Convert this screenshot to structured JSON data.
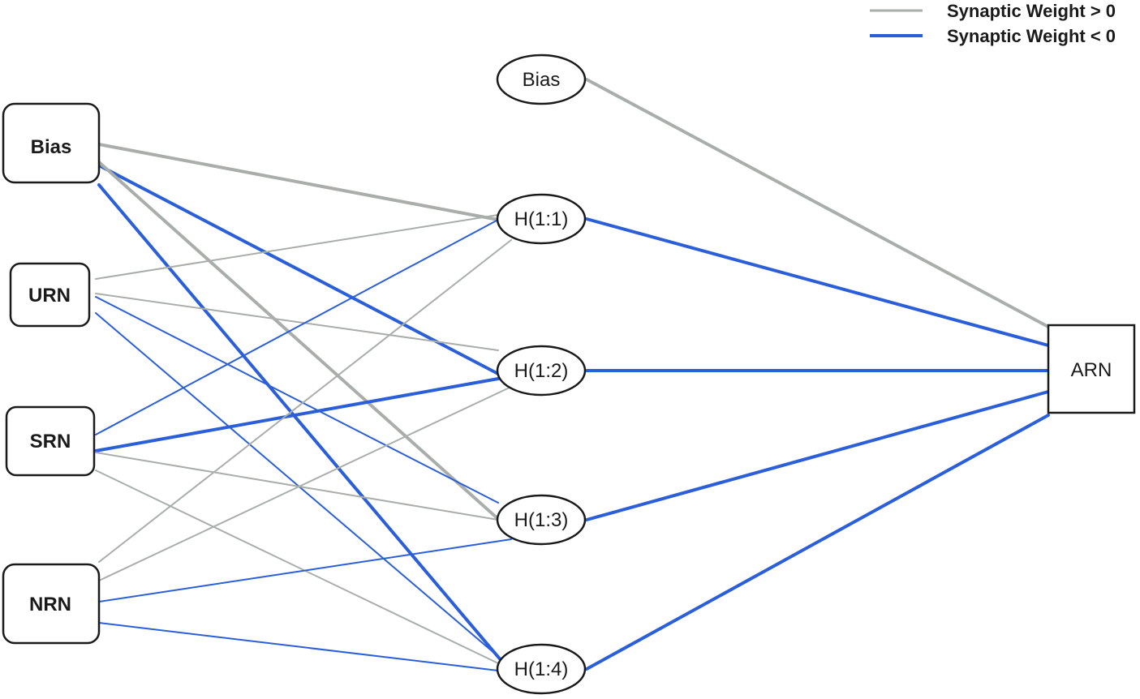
{
  "legend": {
    "positive_label": "Synaptic Weight > 0",
    "negative_label": "Synaptic Weight < 0",
    "positive_color": "#a9aeaa",
    "negative_color": "#2b5fd9"
  },
  "input_layer": [
    {
      "id": "bias_in",
      "label": "Bias"
    },
    {
      "id": "urn",
      "label": "URN"
    },
    {
      "id": "srn",
      "label": "SRN"
    },
    {
      "id": "nrn",
      "label": "NRN"
    }
  ],
  "hidden_layer": [
    {
      "id": "bias_h",
      "label": "Bias"
    },
    {
      "id": "h11",
      "label": "H(1:1)"
    },
    {
      "id": "h12",
      "label": "H(1:2)"
    },
    {
      "id": "h13",
      "label": "H(1:3)"
    },
    {
      "id": "h14",
      "label": "H(1:4)"
    }
  ],
  "output_layer": [
    {
      "id": "arn",
      "label": "ARN"
    }
  ],
  "connections": [
    {
      "from": "bias_in",
      "to": "h11",
      "sign": "positive",
      "weight": "strong"
    },
    {
      "from": "bias_in",
      "to": "h12",
      "sign": "negative",
      "weight": "strong"
    },
    {
      "from": "bias_in",
      "to": "h13",
      "sign": "positive",
      "weight": "strong"
    },
    {
      "from": "bias_in",
      "to": "h14",
      "sign": "negative",
      "weight": "strong"
    },
    {
      "from": "urn",
      "to": "h11",
      "sign": "positive",
      "weight": "weak"
    },
    {
      "from": "urn",
      "to": "h12",
      "sign": "positive",
      "weight": "weak"
    },
    {
      "from": "urn",
      "to": "h13",
      "sign": "negative",
      "weight": "weak"
    },
    {
      "from": "urn",
      "to": "h14",
      "sign": "negative",
      "weight": "weak"
    },
    {
      "from": "srn",
      "to": "h11",
      "sign": "negative",
      "weight": "weak"
    },
    {
      "from": "srn",
      "to": "h12",
      "sign": "negative",
      "weight": "strong"
    },
    {
      "from": "srn",
      "to": "h13",
      "sign": "positive",
      "weight": "weak"
    },
    {
      "from": "srn",
      "to": "h14",
      "sign": "positive",
      "weight": "weak"
    },
    {
      "from": "nrn",
      "to": "h11",
      "sign": "positive",
      "weight": "weak"
    },
    {
      "from": "nrn",
      "to": "h12",
      "sign": "positive",
      "weight": "weak"
    },
    {
      "from": "nrn",
      "to": "h13",
      "sign": "negative",
      "weight": "weak"
    },
    {
      "from": "nrn",
      "to": "h14",
      "sign": "negative",
      "weight": "weak"
    },
    {
      "from": "bias_h",
      "to": "arn",
      "sign": "positive",
      "weight": "strong"
    },
    {
      "from": "h11",
      "to": "arn",
      "sign": "negative",
      "weight": "strong"
    },
    {
      "from": "h12",
      "to": "arn",
      "sign": "negative",
      "weight": "strong"
    },
    {
      "from": "h13",
      "to": "arn",
      "sign": "negative",
      "weight": "strong"
    },
    {
      "from": "h14",
      "to": "arn",
      "sign": "negative",
      "weight": "strong"
    }
  ]
}
